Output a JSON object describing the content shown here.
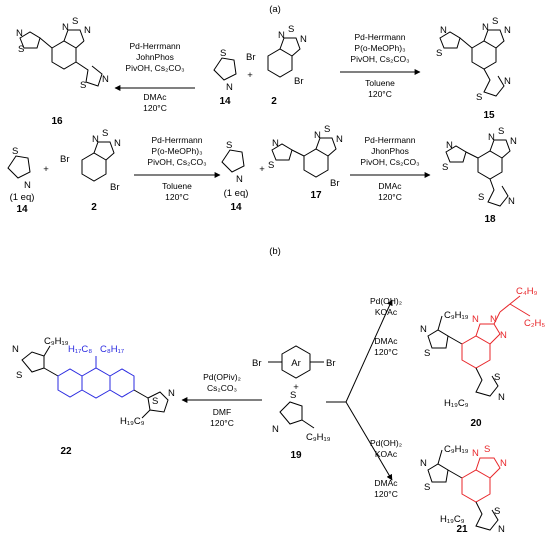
{
  "panels": {
    "a": "(a)",
    "b": "(b)"
  },
  "atoms": {
    "N": "N",
    "S": "S",
    "Br": "Br",
    "Ar": "Ar"
  },
  "substituents": {
    "c9h19": "C₉H₁₉",
    "h19c9": "H₁₉C₉",
    "c8h17": "C₈H₁₇",
    "h17c8": "H₁₇C₈",
    "c4h9": "C₄H₉",
    "c2h5": "C₂H₅"
  },
  "plus": "+",
  "one_eq": "(1 eq)",
  "compounds": {
    "c2": "2",
    "c14": "14",
    "c15": "15",
    "c16": "16",
    "c17": "17",
    "c18": "18",
    "c19": "19",
    "c20": "20",
    "c21": "21",
    "c22": "22"
  },
  "conditions": {
    "r16": [
      "Pd-Herrmann",
      "JohnPhos",
      "PivOH, Cs₂CO₃",
      "DMAc",
      "120°C"
    ],
    "r15": [
      "Pd-Herrmann",
      "P(o-MeOPh)₃",
      "PivOH, Cs₂CO₃",
      "Toluene",
      "120°C"
    ],
    "r17": [
      "Pd-Herrmann",
      "P(o-MeOPh)₃",
      "PivOH, Cs₂CO₃",
      "Toluene",
      "120°C"
    ],
    "r18": [
      "Pd-Herrmann",
      "JhonPhos",
      "PivOH, Cs₂CO₃",
      "DMAc",
      "120°C"
    ],
    "r22": [
      "Pd(OPiv)₂",
      "Cs₂CO₃",
      "DMF",
      "120°C"
    ],
    "r20": [
      "Pd(OH)₂",
      "KOAc",
      "DMAc",
      "120°C"
    ],
    "r21": [
      "Pd(OH)₂",
      "KOAc",
      "DMAc",
      "120°C"
    ]
  }
}
